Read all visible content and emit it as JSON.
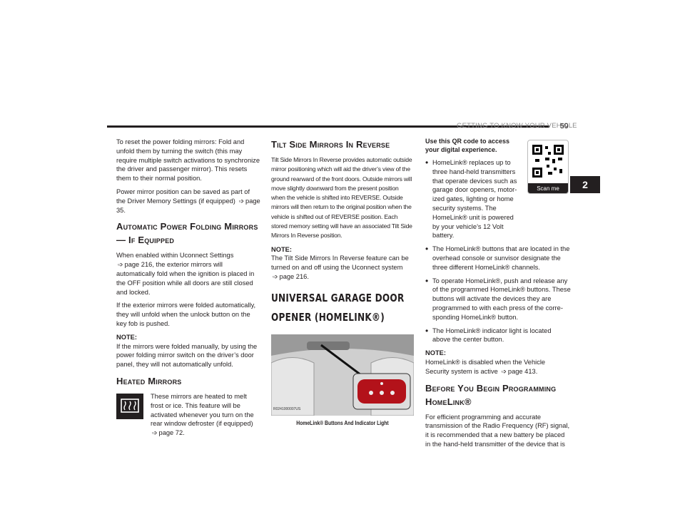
{
  "header": {
    "title": "GETTING TO KNOW YOUR VEHICLE",
    "page": "59",
    "chapter": "2"
  },
  "col1": {
    "p1": "To reset the power folding mirrors: Fold and unfold them by turning the switch (this may require multiple switch activations to synchronize the driver and passenger mirror). This resets them to their normal position.",
    "p2": "Power mirror position can be saved as part of the Driver Memory Settings (if equipped)",
    "p2_ref": "page 35.",
    "h_auto": "Automatic Power Folding Mirrors — If Equipped",
    "p3a": "When enabled within Uconnect Settings",
    "p3_ref": "page 216,",
    "p3b": "the exterior mirrors will automatically fold when the ignition is placed in the OFF position while all doors are still closed and locked.",
    "p4": "If the exterior mirrors were folded automatically, they will unfold when the unlock button on the key fob is pushed.",
    "note_label": "NOTE:",
    "note": "If the mirrors were folded manually, by using the power folding mirror switch on the driver’s door panel, they will not automatically unfold.",
    "h_heated": "Heated Mirrors",
    "heated": "These mirrors are heated to melt frost or ice. This feature will be activated whenever you turn on the rear window defroster (if equipped)",
    "heated_ref": "page 72."
  },
  "col2": {
    "h_tilt": "Tilt Side Mirrors In Reverse",
    "tilt": "Tilt Side Mirrors In Reverse provides automatic outside mirror positioning which will aid the driver’s view of the ground rearward of the front doors. Outside mirrors will move slightly downward from the present position when the vehicle is shifted into REVERSE. Outside mirrors will then return to the original position when the vehicle is shifted out of REVERSE position. Each stored memory setting will have an associated Tilt Side Mirrors In Reverse position.",
    "note_label": "NOTE:",
    "note": "The Tilt Side Mirrors In Reverse feature can be turned on and off using the Uconnect system",
    "note_ref": "page 216.",
    "h_garage": "UNIVERSAL GARAGE DOOR OPENER (HOMELINK®)",
    "fig_code": "R0241000007US",
    "caption": "HomeLink® Buttons And Indicator Light"
  },
  "col3": {
    "qr_intro": "Use this QR code to access your digital experience.",
    "qr_label": "Scan me",
    "bullets": [
      "HomeLink® replaces up to three hand-held transmitters that operate devices such as garage door openers, motor-ized gates, lighting or home security systems. The HomeLink® unit is powered by your vehicle’s 12 Volt battery.",
      "The HomeLink® buttons that are located in the overhead console or sunvisor designate the three different HomeLink® channels.",
      "To operate HomeLink®, push and release any of the programmed HomeLink® buttons. These buttons will activate the devices they are programmed to with each press of the corre-sponding HomeLink® button.",
      "The HomeLink® indicator light is located above the center button."
    ],
    "note_label": "NOTE:",
    "note": "HomeLink® is disabled when the Vehicle Security system is active",
    "note_ref": "page 413.",
    "h_before": "Before You Begin Programming HomeLink®",
    "before": "For efficient programming and accurate transmission of the Radio Frequency (RF) signal, it is recommended that a new battery be placed in the hand-held transmitter of the device that is"
  },
  "icons": {
    "ref_arrow": "page-reference-arrow-icon",
    "defroster": "rear-defroster-icon",
    "qr": "qr-code-icon"
  }
}
